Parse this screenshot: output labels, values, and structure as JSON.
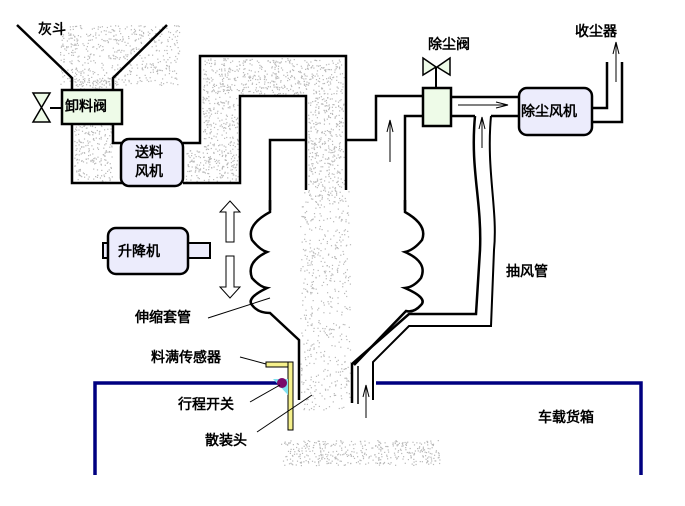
{
  "labels": {
    "hopper": "灰斗",
    "discharge_valve": "卸料阀",
    "feed_fan_line1": "送料",
    "feed_fan_line2": "风机",
    "dust_valve": "除尘阀",
    "dust_collector": "收尘器",
    "dust_fan": "除尘风机",
    "lift": "升降机",
    "suction_pipe": "抽风管",
    "telescopic_sleeve": "伸缩套管",
    "full_sensor": "料满传感器",
    "limit_switch": "行程开关",
    "loading_head": "散装头",
    "truck_container": "车载货箱"
  },
  "colors": {
    "pipe": "#000000",
    "container": "#000080",
    "valve_fill": "#eefbe8",
    "machine_fill": "#ececfc",
    "dust": "#b8b8b8",
    "sensor_bar": "#f5f08c",
    "switch": "#7a0a6a",
    "switch_bracket": "#7fe0f0"
  }
}
